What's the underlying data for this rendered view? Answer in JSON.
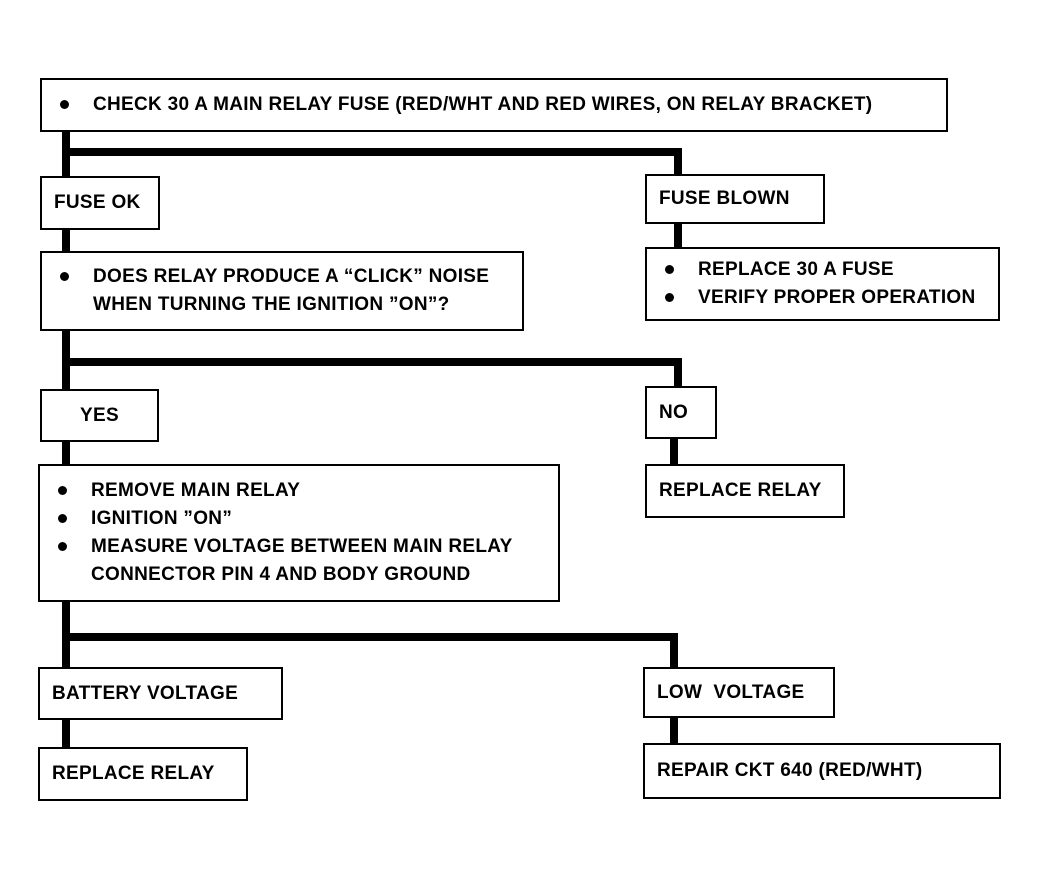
{
  "flowchart": {
    "step1": {
      "bullets": [
        "CHECK 30 A MAIN RELAY FUSE (RED/WHT AND RED WIRES, ON RELAY BRACKET)"
      ]
    },
    "fuse_ok": "FUSE OK",
    "fuse_blown": "FUSE BLOWN",
    "step2": {
      "line1": "DOES RELAY PRODUCE A “CLICK” NOISE",
      "line2": "WHEN TURNING THE IGNITION ”ON”?"
    },
    "fuse_blown_actions": [
      "REPLACE 30 A FUSE",
      "VERIFY PROPER OPERATION"
    ],
    "yes": "YES",
    "no": "NO",
    "replace_relay_no": "REPLACE RELAY",
    "step3": {
      "b1": "REMOVE MAIN RELAY",
      "b2": "IGNITION ”ON”",
      "b3": "MEASURE VOLTAGE BETWEEN MAIN RELAY",
      "b3_cont": "CONNECTOR PIN 4 AND BODY GROUND"
    },
    "battery_voltage": "BATTERY VOLTAGE",
    "low_voltage": "LOW  VOLTAGE",
    "replace_relay_final": "REPLACE RELAY",
    "repair_ckt": "REPAIR CKT 640 (RED/WHT)"
  }
}
